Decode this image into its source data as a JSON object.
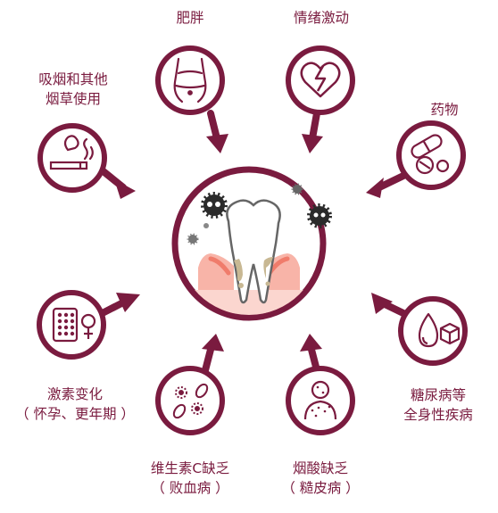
{
  "colors": {
    "accent": "#7a1b3f",
    "gum": "#f6a8a0",
    "plaque": "#c8b893",
    "bacteria": "#2b2b2b"
  },
  "factors": {
    "obesity": {
      "label": "肥胖",
      "icon": "belly-icon"
    },
    "emotion": {
      "label": "情绪激动",
      "icon": "broken-heart-icon"
    },
    "tobacco": {
      "lines": [
        "吸烟和其他",
        "烟草使用"
      ],
      "icon": "cigarette-icon"
    },
    "medication": {
      "label": "药物",
      "icon": "pills-icon"
    },
    "hormones": {
      "lines": [
        "激素变化",
        "（ 怀孕、更年期 ）"
      ],
      "icon": "birth-control-icon"
    },
    "systemic": {
      "lines": [
        "糖尿病等",
        "全身性疾病"
      ],
      "icon": "blood-sugar-icon"
    },
    "vitamin_c": {
      "lines": [
        "维生素C缺乏",
        "（ 败血病 ）"
      ],
      "icon": "germs-icon"
    },
    "niacin": {
      "lines": [
        "烟酸缺乏",
        "（ 糙皮病 ）"
      ],
      "icon": "skin-rash-icon"
    }
  },
  "center": {
    "icon": "tooth-gum-disease-icon"
  }
}
